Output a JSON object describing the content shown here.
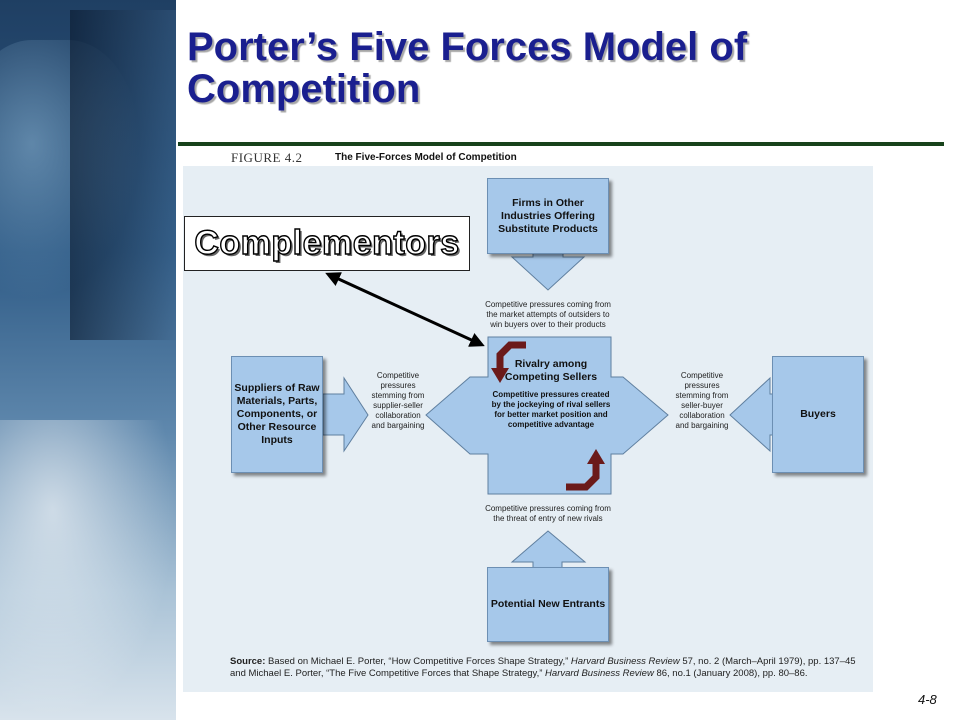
{
  "title": {
    "line1": "Porter’s Five Forces Model of",
    "line2": "Competition"
  },
  "figure": {
    "label": "FIGURE 4.2",
    "caption": "The Five-Forces Model of Competition"
  },
  "boxes": {
    "substitutes": "Firms in Other Industries Offering Substitute Products",
    "suppliers": "Suppliers of Raw Materials, Parts, Components, or Other Resource Inputs",
    "buyers": "Buyers",
    "entrants": "Potential New Entrants",
    "rivalry_title": "Rivalry among Competing Sellers",
    "rivalry_desc": "Competitive pressures created by the jockeying of rival sellers for better market position and competitive advantage"
  },
  "notes": {
    "substitutes": "Competitive pressures coming from the market attempts of outsiders to win buyers over to their products",
    "suppliers": "Competitive pressures stemming from supplier-seller collaboration and bargaining",
    "buyers": "Competitive pressures stemming from seller-buyer collaboration and bargaining",
    "entrants": "Competitive pressures coming from the threat of entry of new rivals"
  },
  "annotation": {
    "label": "Complementors"
  },
  "source": {
    "prefix": "Source:",
    "t1": " Based on Michael E. Porter, “How Competitive Forces Shape Strategy,” ",
    "j1": "Harvard Business Review",
    "t2": " 57, no. 2 (March–April 1979), pp. 137–45 and Michael E. Porter, “The Five Competitive Forces that Shape Strategy,” ",
    "j2": "Harvard Business Review",
    "t3": " 86, no.1 (January 2008), pp. 80–86."
  },
  "page_number": "4-8",
  "colors": {
    "title": "#1a1f8f",
    "box_fill": "#a6c8ea",
    "rule": "#17421b",
    "curved_arrow": "#6b1a1a"
  }
}
